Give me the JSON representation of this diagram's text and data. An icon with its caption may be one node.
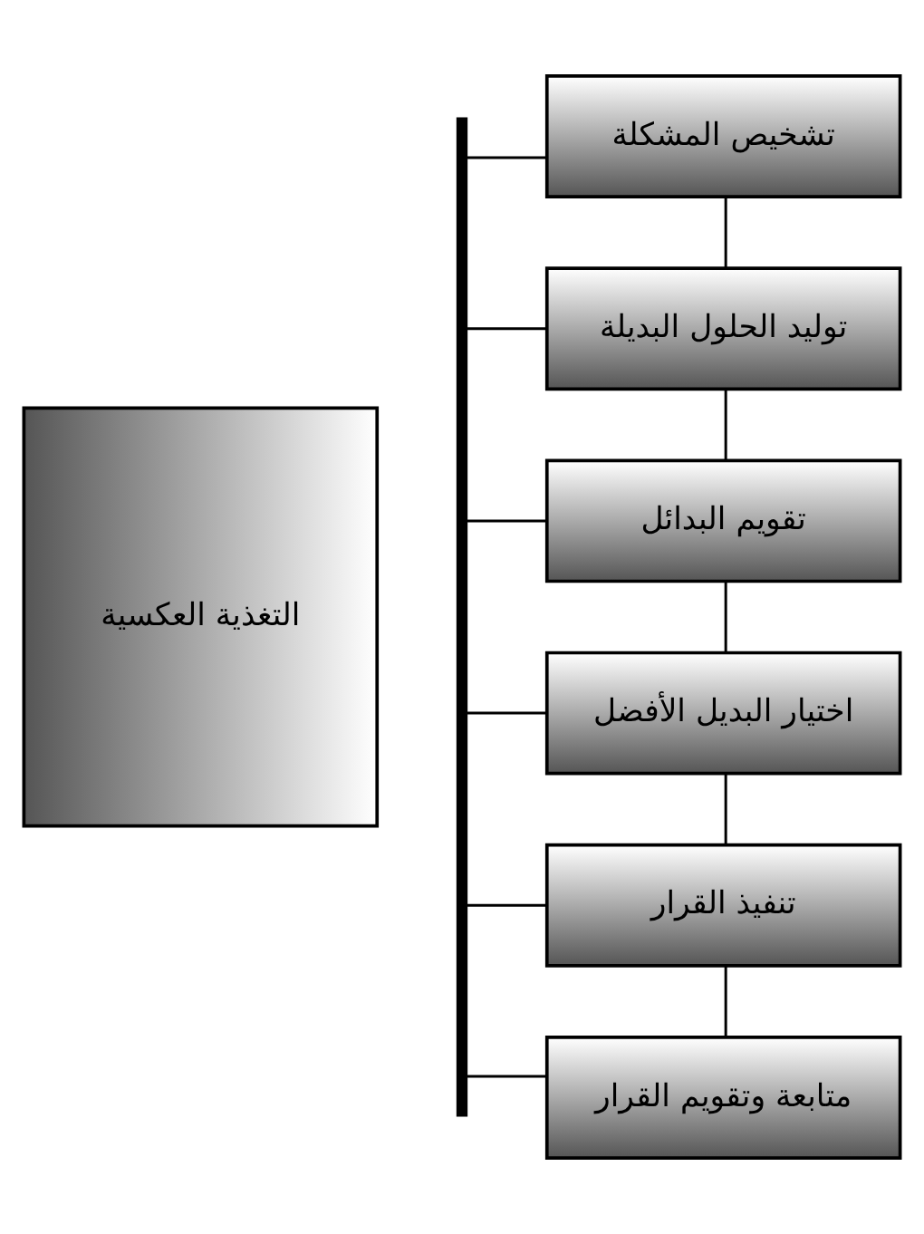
{
  "diagram": {
    "nodes": [
      {
        "text": [
          "التغذية العكسية"
        ]
      },
      {
        "text": [],
        "shape": "bar"
      },
      {
        "text": [
          "تشخيص المشكلة"
        ]
      },
      {
        "text": [
          "توليد الحلول البديلة"
        ]
      },
      {
        "text": [
          "تقويم البدائل"
        ]
      },
      {
        "text": [
          "اختيار البديل الأفضل"
        ]
      },
      {
        "text": [
          "تنفيذ القرار"
        ]
      },
      {
        "text": [
          "متابعة وتقويم القرار"
        ]
      }
    ],
    "edges": [
      {
        "from": 2,
        "to": 3,
        "arrow": "none"
      },
      {
        "from": 3,
        "to": 4,
        "arrow": "none"
      },
      {
        "from": 4,
        "to": 5,
        "arrow": "none"
      },
      {
        "from": 5,
        "to": 6,
        "arrow": "none"
      },
      {
        "from": 6,
        "to": 7,
        "arrow": "none"
      },
      {
        "from": 1,
        "to": 2,
        "arrow": "none"
      },
      {
        "from": 1,
        "to": 3,
        "arrow": "none"
      },
      {
        "from": 1,
        "to": 4,
        "arrow": "none"
      },
      {
        "from": 1,
        "to": 5,
        "arrow": "none"
      },
      {
        "from": 1,
        "to": 6,
        "arrow": "none"
      },
      {
        "from": 1,
        "to": 7,
        "arrow": "none"
      }
    ]
  }
}
